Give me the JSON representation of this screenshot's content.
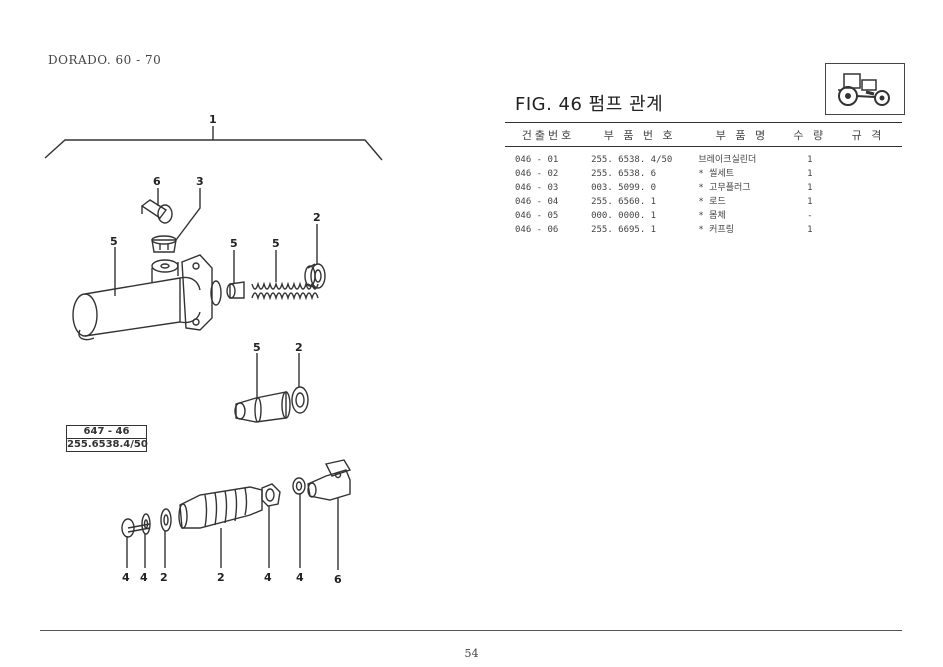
{
  "header": {
    "model": "DORADO. 60 - 70",
    "figure_title": "FIG. 46 펌프 관계"
  },
  "table": {
    "columns": [
      "건출번호",
      "부 품 번 호",
      "부 품 명",
      "수 량",
      "규 격"
    ],
    "rows": [
      {
        "code": "046 - 01",
        "part_no": "255. 6538. 4/50",
        "name": "브레이크실린더",
        "qty": "1",
        "spec": ""
      },
      {
        "code": "046 - 02",
        "part_no": "255. 6538. 6",
        "name": "* 씰세트",
        "qty": "1",
        "spec": ""
      },
      {
        "code": "046 - 03",
        "part_no": "003. 5099. 0",
        "name": "* 고무플러그",
        "qty": "1",
        "spec": ""
      },
      {
        "code": "046 - 04",
        "part_no": "255. 6560. 1",
        "name": "* 로드",
        "qty": "1",
        "spec": ""
      },
      {
        "code": "046 - 05",
        "part_no": "000. 0000. 1",
        "name": "* 몸체",
        "qty": "-",
        "spec": ""
      },
      {
        "code": "046 - 06",
        "part_no": "255. 6695. 1",
        "name": "* 커프링",
        "qty": "1",
        "spec": ""
      }
    ]
  },
  "reference_box": {
    "top": "647 - 46",
    "bottom": "255.6538.4/50"
  },
  "callouts": {
    "top_1": "1",
    "c6a": "6",
    "c3": "3",
    "c5a": "5",
    "c5b": "5",
    "c5c": "5",
    "c2a": "2",
    "c5d": "5",
    "c2b": "2",
    "c4a": "4",
    "c4b": "4",
    "c2c": "2",
    "c2d": "2",
    "c4c": "4",
    "c4d": "4",
    "c6b": "6"
  },
  "footer": {
    "page_number": "54"
  },
  "icons": {
    "tractor": "tractor-icon"
  }
}
